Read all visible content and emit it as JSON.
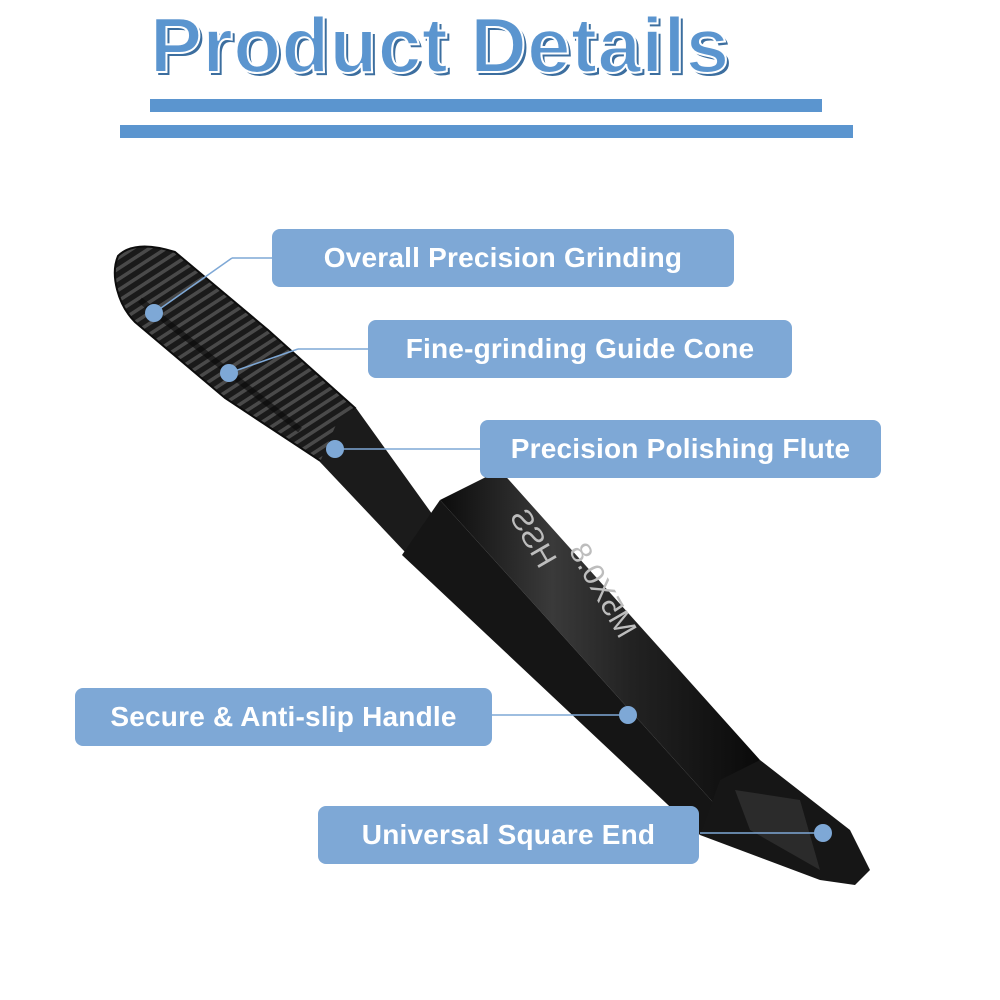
{
  "header": {
    "title": "Product Details"
  },
  "features": [
    {
      "label": "Overall Precision Grinding"
    },
    {
      "label": "Fine-grinding Guide Cone"
    },
    {
      "label": "Precision Polishing Flute"
    },
    {
      "label": "Secure & Anti-slip Handle"
    },
    {
      "label": "Universal Square End"
    }
  ],
  "product": {
    "engraving_line1": "HSS",
    "engraving_line2": "M5X0.8"
  },
  "colors": {
    "accent": "#5b95cf",
    "label_bg": "#7ea8d6",
    "tool": "#1e1e1e"
  }
}
